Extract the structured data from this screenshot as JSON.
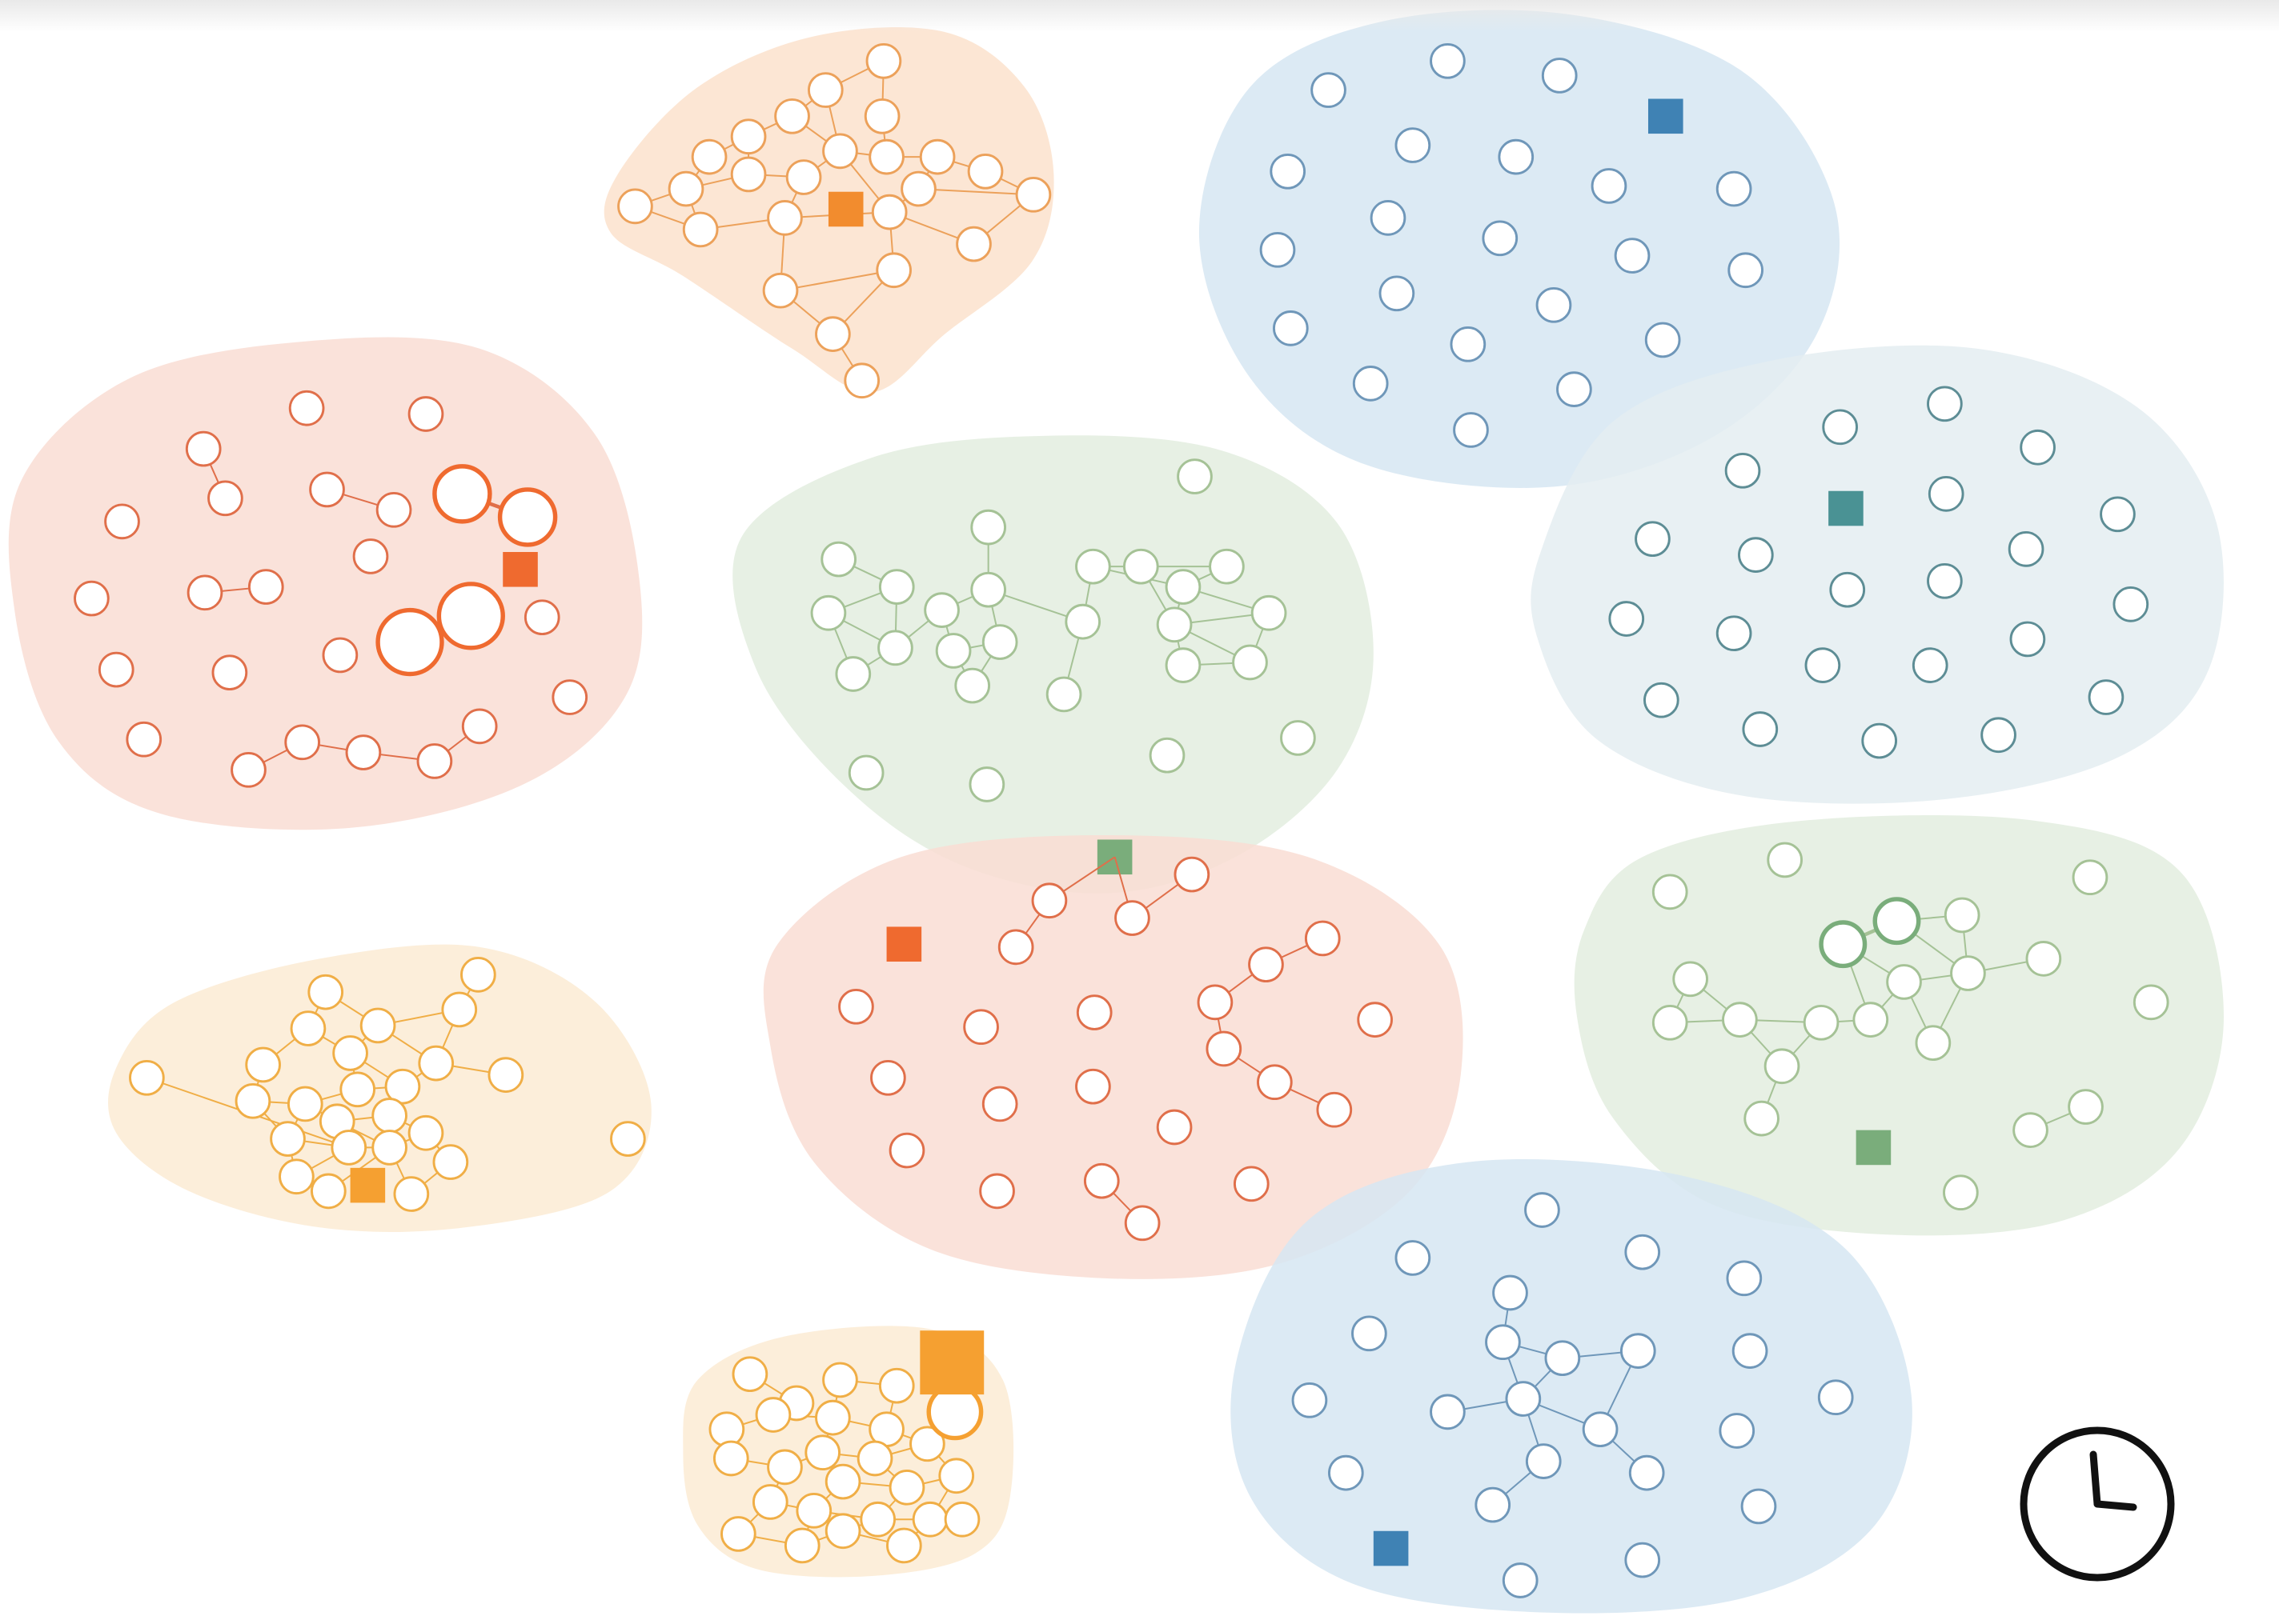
{
  "palette": {
    "orange": {
      "fill": "#fbe2cd",
      "stroke": "#eca15a",
      "marker": "#f28c2e"
    },
    "amber": {
      "fill": "#fbebd3",
      "stroke": "#f0ae46",
      "marker": "#f5a031"
    },
    "coral": {
      "fill": "#f9ddd3",
      "stroke": "#e06f4a",
      "marker": "#ef6a2f"
    },
    "sage": {
      "fill": "#e3eddf",
      "stroke": "#a5c296",
      "marker": "#7aad7b"
    },
    "teal": {
      "fill": "#e4edf1",
      "stroke": "#5d8d95",
      "marker": "#4a9294"
    },
    "blue": {
      "fill": "#d6e6f2",
      "stroke": "#6f97b9",
      "marker": "#3f82b4"
    }
  },
  "clusters": [
    {
      "id": "orange-top",
      "palette": "orange",
      "marker": "square-orange"
    },
    {
      "id": "coral-left",
      "palette": "coral",
      "marker": "square-coral"
    },
    {
      "id": "amber-left",
      "palette": "amber",
      "marker": "square-amber"
    },
    {
      "id": "amber-bottom",
      "palette": "amber",
      "marker": "square-amber-large"
    },
    {
      "id": "sage-center",
      "palette": "sage",
      "marker": "square-sage"
    },
    {
      "id": "coral-center",
      "palette": "coral",
      "marker": "square-coral"
    },
    {
      "id": "blue-top",
      "palette": "blue",
      "marker": "square-blue"
    },
    {
      "id": "teal-right",
      "palette": "teal",
      "marker": "square-teal"
    },
    {
      "id": "sage-right",
      "palette": "sage",
      "marker": "square-sage"
    },
    {
      "id": "blue-bottom",
      "palette": "blue",
      "marker": "square-blue"
    }
  ],
  "icons": {
    "clock": "clock-icon"
  }
}
